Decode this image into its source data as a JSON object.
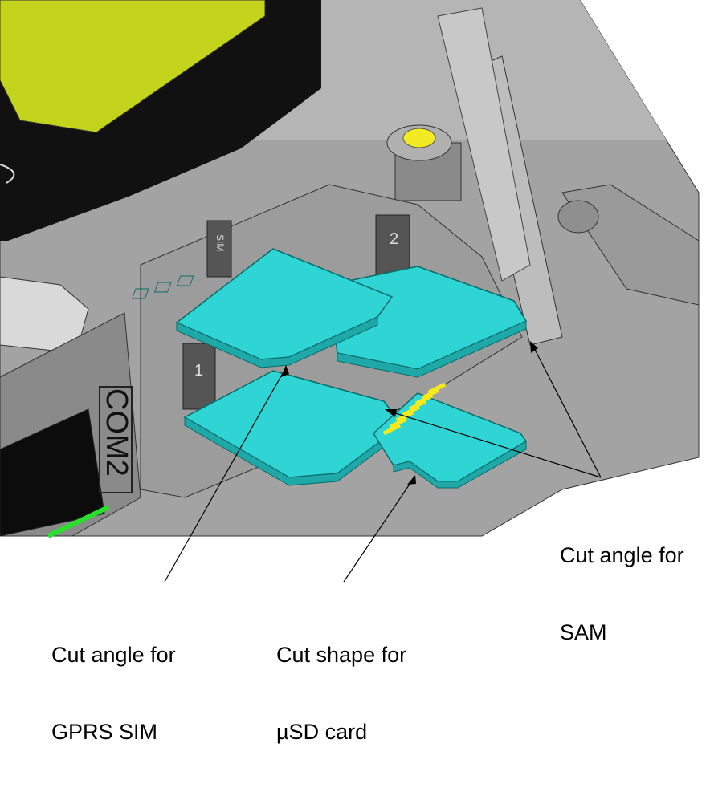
{
  "labels": {
    "gprs_line1": "Cut angle for",
    "gprs_line2": "GPRS SIM",
    "usd_line1": "Cut shape for",
    "usd_line2": "µSD card",
    "sam_line1": "Cut angle for",
    "sam_line2": "SAM"
  },
  "device": {
    "port_label": "COM2",
    "slot_icon_1": "SIM",
    "slot_icon_2": "2",
    "slot_icon_3": "1"
  },
  "colors": {
    "card": "#2fd4d4",
    "card_dark": "#1ea8a8",
    "housing": "#a9a9a9",
    "housing_dark": "#7d7d7d",
    "display_yellow": "#c4d31c",
    "led_yellow": "#f2ea22",
    "connector_green": "#27e02c",
    "contacts": "#f6ea1a"
  }
}
